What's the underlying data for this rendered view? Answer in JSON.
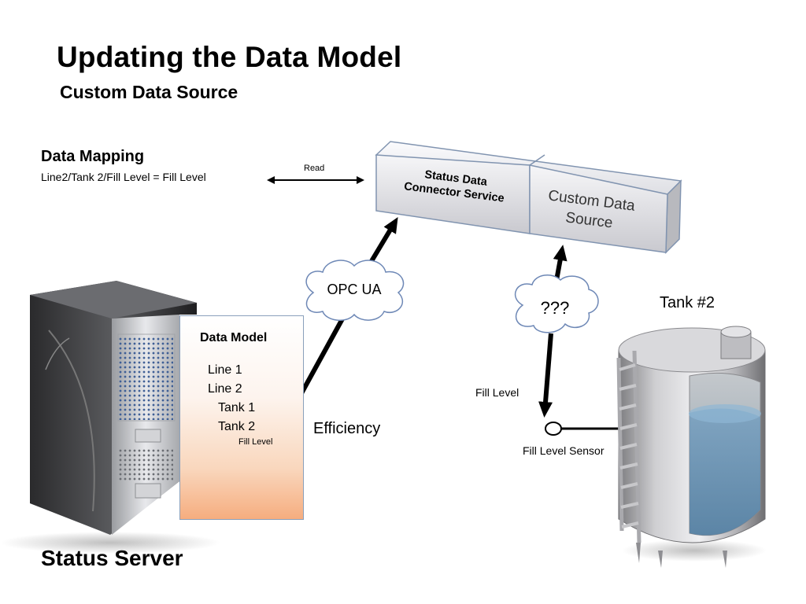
{
  "title": "Updating the Data Model",
  "subtitle": "Custom Data Source",
  "mapping": {
    "heading": "Data Mapping",
    "text": "Line2/Tank 2/Fill Level = Fill Level",
    "arrow_label": "Read"
  },
  "services": {
    "connector_line1": "Status Data",
    "connector_line2": "Connector Service",
    "custom_line1": "Custom Data",
    "custom_line2": "Source"
  },
  "clouds": {
    "protocol": "OPC UA",
    "unknown": "???"
  },
  "data_model": {
    "title": "Data Model",
    "line1": "Line 1",
    "line2": "Line 2",
    "tank1": "Tank 1",
    "tank2": "Tank 2",
    "fill_level": "Fill Level"
  },
  "labels": {
    "efficiency": "Efficiency",
    "fill_level": "Fill Level",
    "sensor": "Fill Level Sensor",
    "tank": "Tank #2",
    "server": "Status Server"
  }
}
